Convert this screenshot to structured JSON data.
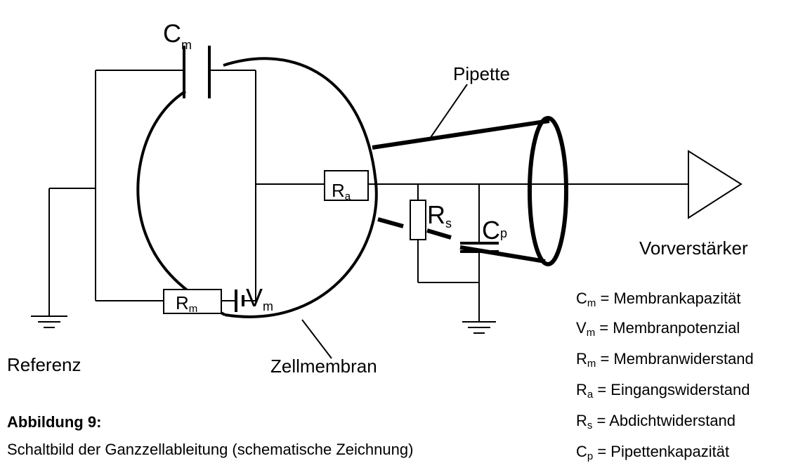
{
  "symbols": {
    "cm": {
      "main": "C",
      "sub": "m"
    },
    "ra": {
      "main": "R",
      "sub": "a"
    },
    "rs": {
      "main": "R",
      "sub": "s"
    },
    "cp": {
      "main": "C",
      "sub": "p"
    },
    "rm": {
      "main": "R",
      "sub": "m"
    },
    "vm": {
      "main": "V",
      "sub": "m"
    }
  },
  "labels": {
    "pipette": "Pipette",
    "preamp": "Vorverstärker",
    "reference": "Referenz",
    "cell_membrane": "Zellmembran"
  },
  "legend": [
    {
      "main": "C",
      "sub": "m",
      "text": " = Membrankapazität"
    },
    {
      "main": "V",
      "sub": "m",
      "text": " =  Membranpotenzial"
    },
    {
      "main": "R",
      "sub": "m",
      "text": " = Membranwiderstand"
    },
    {
      "main": "R",
      "sub": "a",
      "text": " = Eingangswiderstand"
    },
    {
      "main": "R",
      "sub": "s",
      "text": " = Abdichtwiderstand"
    },
    {
      "main": "C",
      "sub": "p",
      "text": " = Pipettenkapazität"
    }
  ],
  "caption": {
    "title": "Abbildung 9:",
    "text": "Schaltbild der Ganzzellableitung (schematische Zeichnung)"
  }
}
